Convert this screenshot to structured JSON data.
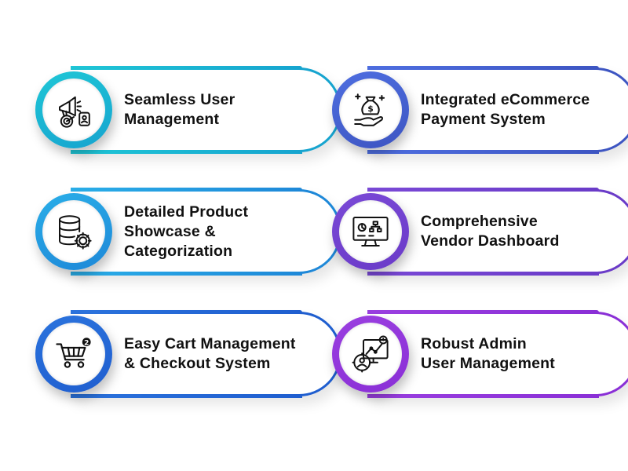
{
  "cards": [
    {
      "lines": [
        "Seamless User",
        "Management"
      ],
      "icon": "megaphone-target-icon",
      "c1": "#1fc6d6",
      "c2": "#16a4cf"
    },
    {
      "lines": [
        "Integrated eCommerce",
        "Payment System"
      ],
      "icon": "money-hand-icon",
      "c1": "#4e6ee0",
      "c2": "#3d55c2"
    },
    {
      "lines": [
        "Detailed Product",
        "Showcase &",
        "Categorization"
      ],
      "icon": "database-gear-icon",
      "c1": "#2aaee8",
      "c2": "#1e88d8"
    },
    {
      "lines": [
        "Comprehensive",
        "Vendor Dashboard"
      ],
      "icon": "monitor-dashboard-icon",
      "c1": "#7a49d6",
      "c2": "#6a3bc8"
    },
    {
      "lines": [
        "Easy Cart Management",
        "& Checkout System"
      ],
      "icon": "cart-icon",
      "c1": "#2b73dd",
      "c2": "#1f5ecf"
    },
    {
      "lines": [
        "Robust Admin",
        "User Management"
      ],
      "icon": "admin-analytics-icon",
      "c1": "#9a3fe0",
      "c2": "#8a2fd6"
    }
  ],
  "cart_badge": "2",
  "money_symbol": "$"
}
